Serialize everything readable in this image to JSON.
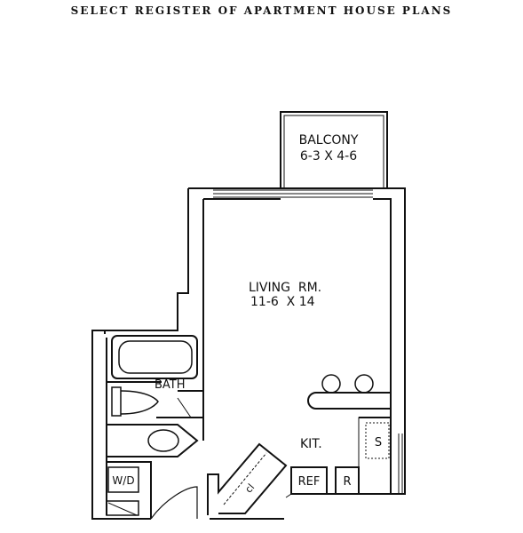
{
  "title": "SELECT REGISTER OF APARTMENT HOUSE PLANS",
  "rooms": {
    "balcony": {
      "name": "BALCONY",
      "size": "6-3 X 4-6"
    },
    "living": {
      "name": "LIVING  RM.",
      "size": "11-6  X 14"
    },
    "bath": {
      "name": "BATH"
    },
    "kitchen": {
      "name": "KIT."
    }
  },
  "fixtures": {
    "sink": "S",
    "refrigerator": "REF",
    "range": "R",
    "washer_dryer": "W/D",
    "closet": "cl"
  }
}
